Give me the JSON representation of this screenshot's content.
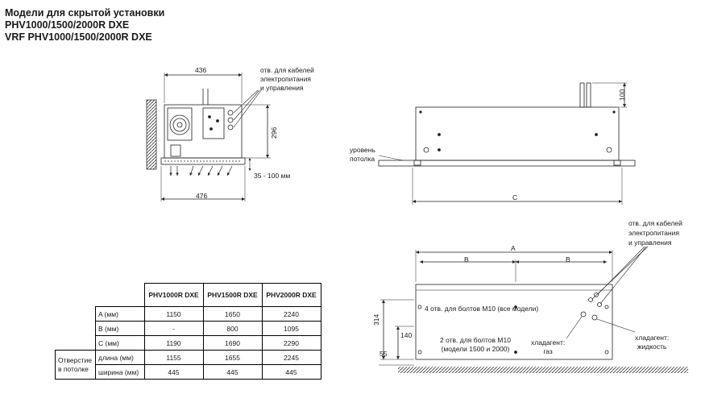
{
  "header": {
    "line1": "Модели для скрытой установки",
    "line2": "PHV1000/1500/2000R DXE",
    "line3": "VRF PHV1000/1500/2000R DXE"
  },
  "side_view": {
    "dim_width_top": "436",
    "dim_height": "296",
    "dim_width_bottom": "476",
    "dim_gap": "35 - 100 мм",
    "note_cables": [
      "отв. для кабелей",
      "электропитания",
      "и управления"
    ]
  },
  "front_view": {
    "dim_height_top": "100",
    "ceiling_label": [
      "уровень",
      "потолка"
    ],
    "dim_c": "C"
  },
  "top_view": {
    "note_cables": [
      "отв. для кабелей",
      "электропитания",
      "и управления"
    ],
    "dim_a": "A",
    "dim_b_left": "B",
    "dim_b_right": "B",
    "dim_314": "314",
    "dim_140": "140",
    "dim_55": "55",
    "holes_all": "4 отв. для болтов M10 (все модели)",
    "holes_two": [
      "2 отв. для болтов M10",
      "(модели 1500 и 2000)"
    ],
    "refrigerant_gas": [
      "хладагент:",
      "газ"
    ],
    "refrigerant_liquid": [
      "хладагент:",
      "жидкость"
    ]
  },
  "spec_table": {
    "headers": [
      "PHV1000R DXE",
      "PHV1500R DXE",
      "PHV2000R DXE"
    ],
    "rows": [
      {
        "group": "",
        "label": "A (мм)",
        "values": [
          "1150",
          "1650",
          "2240"
        ]
      },
      {
        "group": "",
        "label": "B (мм)",
        "values": [
          "-",
          "800",
          "1095"
        ]
      },
      {
        "group": "",
        "label": "C (мм)",
        "values": [
          "1190",
          "1690",
          "2290"
        ]
      },
      {
        "group": "Отверстие",
        "label": "длина (мм)",
        "values": [
          "1155",
          "1655",
          "2245"
        ]
      },
      {
        "group": "в потолке",
        "label": "ширина (мм)",
        "values": [
          "445",
          "445",
          "445"
        ]
      }
    ]
  }
}
